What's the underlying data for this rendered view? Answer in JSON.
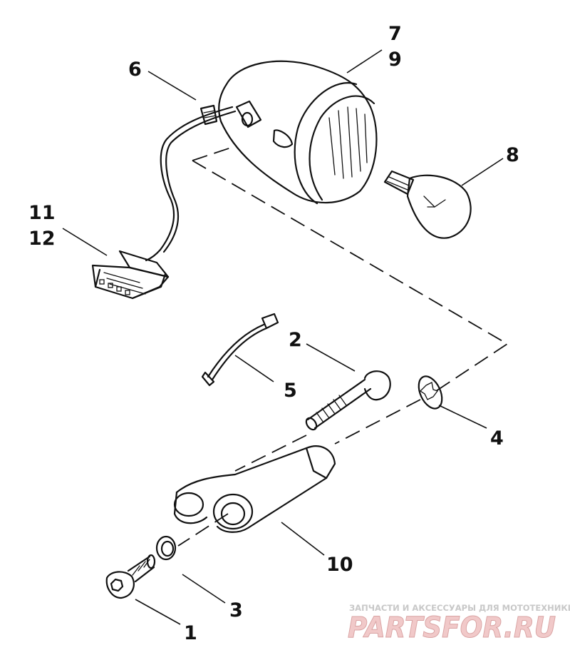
{
  "callouts": {
    "c1": "1",
    "c2": "2",
    "c3": "3",
    "c4": "4",
    "c5": "5",
    "c6": "6",
    "c7": "7",
    "c8": "8",
    "c9": "9",
    "c10": "10",
    "c11": "11",
    "c12": "12"
  },
  "watermark": {
    "caption": "ЗАПЧАСТИ И АКСЕССУАРЫ ДЛЯ МОТОТЕХНИКИ",
    "logo": "PARTSFOR.RU"
  }
}
